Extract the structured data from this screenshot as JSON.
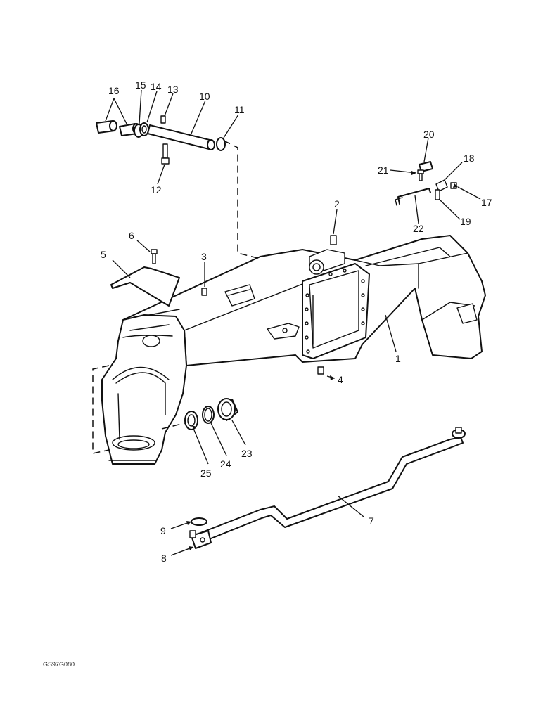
{
  "diagram": {
    "callouts": {
      "c1": "1",
      "c2": "2",
      "c3": "3",
      "c4": "4",
      "c5": "5",
      "c6": "6",
      "c7": "7",
      "c8": "8",
      "c9": "9",
      "c10": "10",
      "c11": "11",
      "c12": "12",
      "c13": "13",
      "c14": "14",
      "c15": "15",
      "c16": "16",
      "c17": "17",
      "c18": "18",
      "c19": "19",
      "c20": "20",
      "c21": "21",
      "c22": "22",
      "c23": "23",
      "c24": "24",
      "c25": "25"
    },
    "figure_code": "GS97G080"
  }
}
